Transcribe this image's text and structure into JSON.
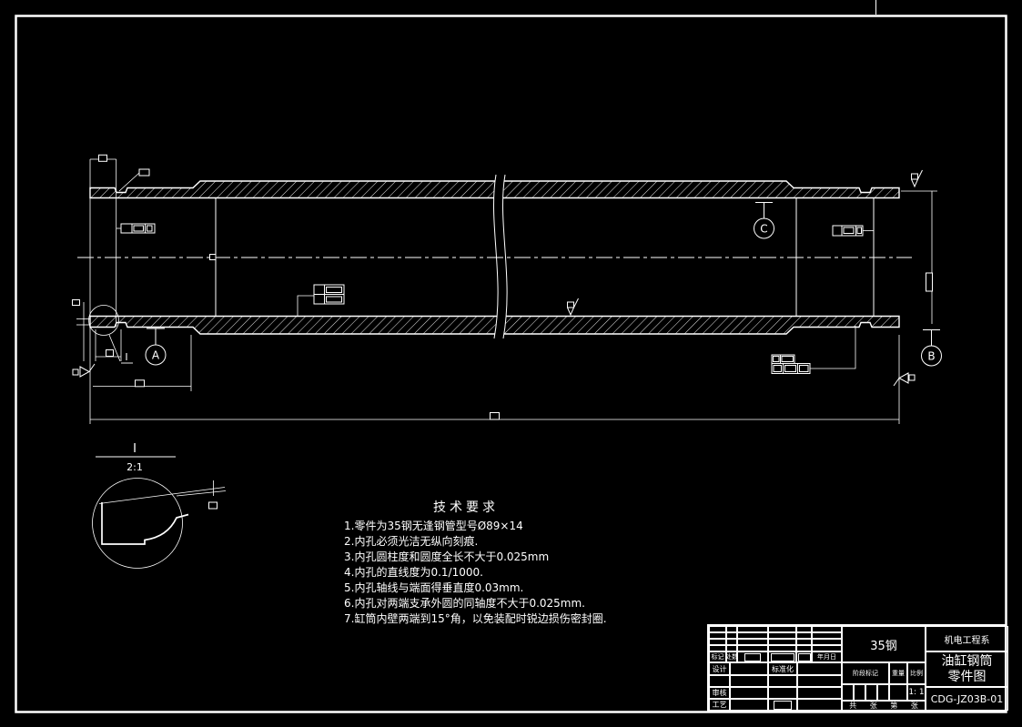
{
  "drawing": {
    "datum_a": "A",
    "datum_b": "B",
    "datum_c": "C",
    "detail_label": "I",
    "detail_scale": "2:1"
  },
  "tech": {
    "title": "技术要求",
    "items": [
      "1.零件为35钢无逢钢管型号Ø89×14",
      "2.内孔必须光洁无纵向刻痕.",
      "3.内孔圆柱度和圆度全长不大于0.025mm",
      "4.内孔的直线度为0.1/1000.",
      "5.内孔轴线与端面得垂直度0.03mm.",
      "6.内孔对两端支承外圆的同轴度不大于0.025mm.",
      "7.缸筒内壁两端到15°角，以免装配时锐边损伤密封圈."
    ]
  },
  "title_block": {
    "material": "35钢",
    "department": "机电工程系",
    "part_name_line1": "油缸钢筒",
    "part_name_line2": "零件图",
    "drawing_number": "CDG-JZ03B-01",
    "labels": {
      "mark": "标记",
      "qty": "处数",
      "date": "年月日",
      "design": "设计",
      "standardization": "标准化",
      "check": "审核",
      "process": "工艺",
      "stage_mark": "阶段标记",
      "weight": "重量",
      "scale": "比例",
      "scale_value": "1: 1",
      "total": "共",
      "sheet1": "张",
      "page": "第",
      "sheet2": "张"
    },
    "colors": {
      "line": "#ffffff",
      "background": "#000000"
    }
  }
}
